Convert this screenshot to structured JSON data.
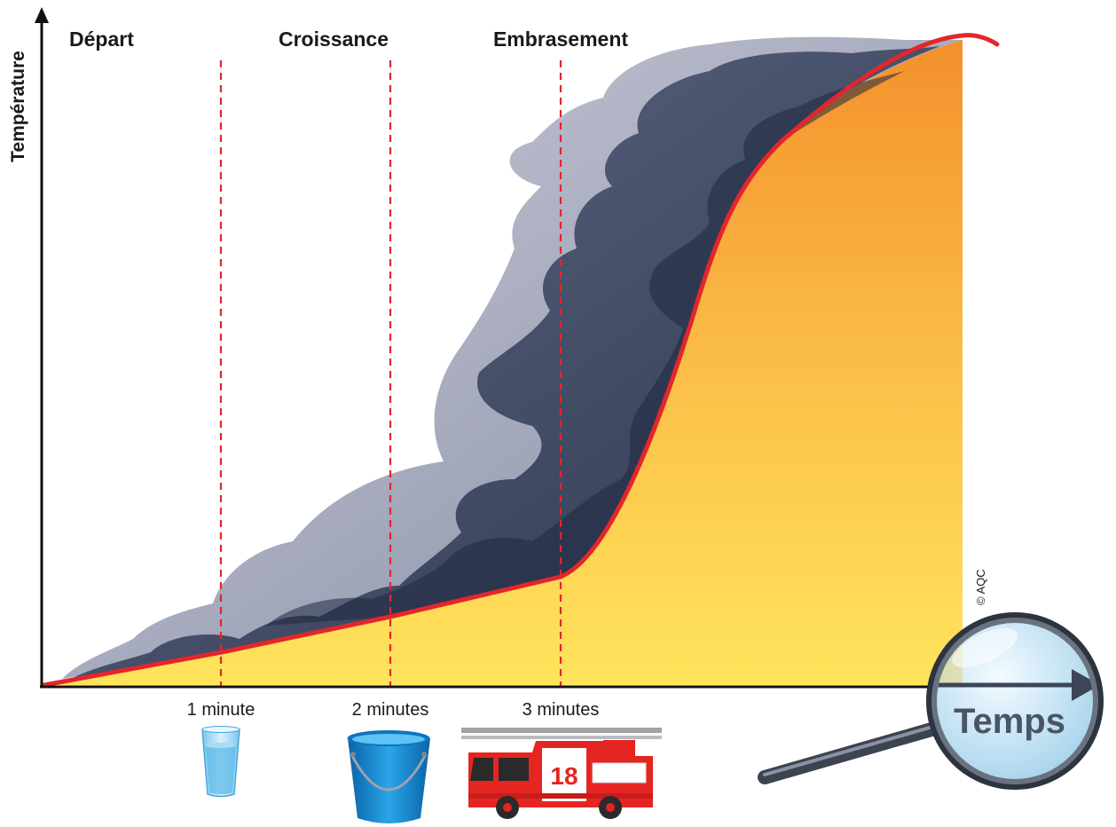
{
  "axes": {
    "y_label": "Température",
    "x_label": "Temps"
  },
  "phases": [
    "Départ",
    "Croissance",
    "Embrasement"
  ],
  "time_markers": [
    "1 minute",
    "2 minutes",
    "3 minutes"
  ],
  "icons": {
    "marker_1": "glass-of-water-icon",
    "marker_2": "water-bucket-icon",
    "marker_3": "fire-truck-icon",
    "x_axis": "magnifying-glass-icon"
  },
  "fire_truck_number": "18",
  "copyright": "© AQC",
  "colors": {
    "curve": "#e3262b",
    "fill_top": "#f4922e",
    "fill_bottom": "#ffe05a",
    "smoke_dark": "#2e3a55",
    "smoke_light": "#9aa0b8",
    "marker_line": "#e3262b",
    "axis": "#111111",
    "water": "#1e90d6",
    "truck": "#e52521"
  }
}
